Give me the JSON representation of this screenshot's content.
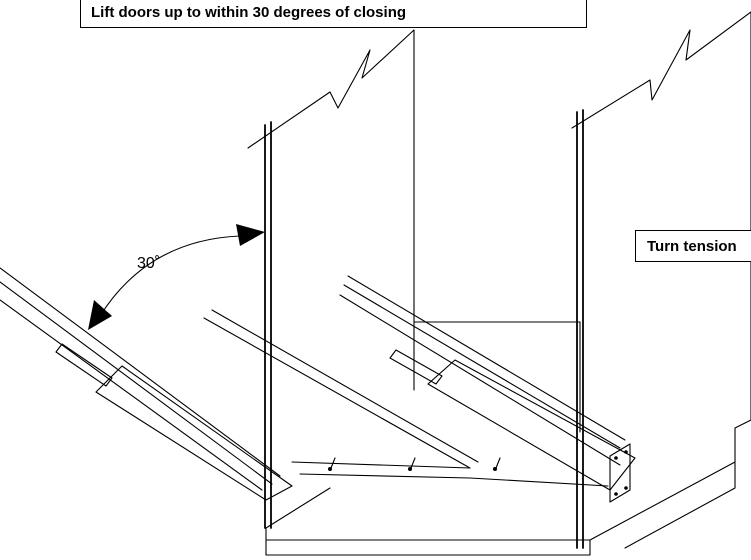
{
  "callouts": {
    "top": "Lift doors up to within 30 degrees of closing",
    "right": "Turn tension"
  },
  "angle": {
    "label": "30",
    "unit": "˚"
  },
  "colors": {
    "ink": "#000000",
    "paper": "#ffffff"
  }
}
